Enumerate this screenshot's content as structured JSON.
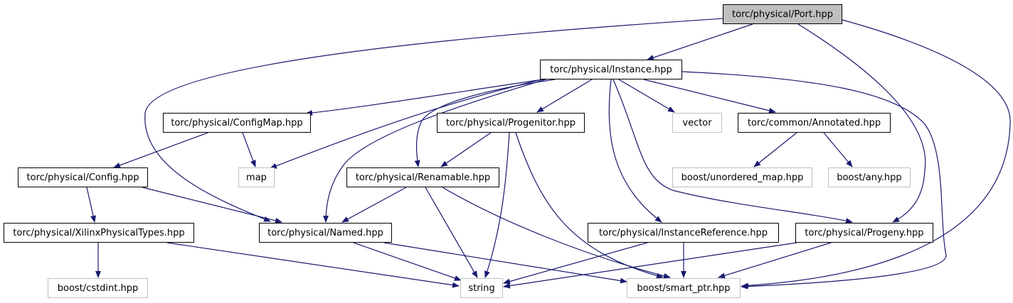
{
  "colors": {
    "edge": "#191970",
    "root_fill": "#bfbfbf",
    "external_border": "#bfbfbf"
  },
  "nodes": {
    "port": "torc/physical/Port.hpp",
    "instance": "torc/physical/Instance.hpp",
    "configmap": "torc/physical/ConfigMap.hpp",
    "progenitor": "torc/physical/Progenitor.hpp",
    "vector": "vector",
    "annotated": "torc/common/Annotated.hpp",
    "config": "torc/physical/Config.hpp",
    "map": "map",
    "renamable": "torc/physical/Renamable.hpp",
    "unordered_map": "boost/unordered_map.hpp",
    "any": "boost/any.hpp",
    "xilinx": "torc/physical/XilinxPhysicalTypes.hpp",
    "named": "torc/physical/Named.hpp",
    "instref": "torc/physical/InstanceReference.hpp",
    "progeny": "torc/physical/Progeny.hpp",
    "cstdint": "boost/cstdint.hpp",
    "string": "string",
    "smart_ptr": "boost/smart_ptr.hpp"
  }
}
